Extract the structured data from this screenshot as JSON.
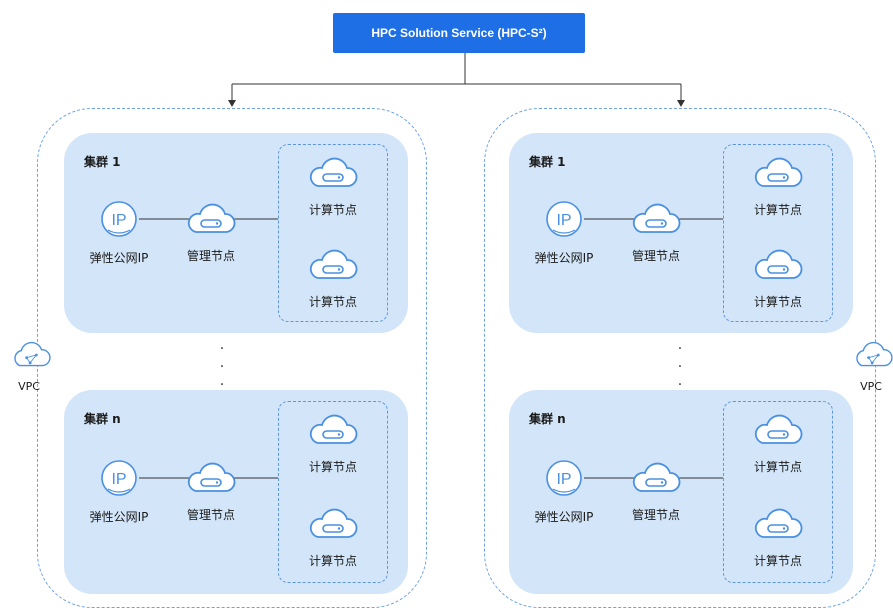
{
  "service": {
    "label": "HPC Solution Service (HPC-S²)"
  },
  "vpcs": [
    {
      "label": "VPC",
      "clusters": [
        {
          "title": "集群 1",
          "eip": "弹性公网IP",
          "mgmt": "管理节点",
          "compute": [
            "计算节点",
            "计算节点"
          ]
        },
        {
          "title": "集群 n",
          "eip": "弹性公网IP",
          "mgmt": "管理节点",
          "compute": [
            "计算节点",
            "计算节点"
          ]
        }
      ]
    },
    {
      "label": "VPC",
      "clusters": [
        {
          "title": "集群 1",
          "eip": "弹性公网IP",
          "mgmt": "管理节点",
          "compute": [
            "计算节点",
            "计算节点"
          ]
        },
        {
          "title": "集群 n",
          "eip": "弹性公网IP",
          "mgmt": "管理节点",
          "compute": [
            "计算节点",
            "计算节点"
          ]
        }
      ]
    }
  ],
  "ellipsis": "·",
  "colors": {
    "accent": "#1e6fe6",
    "icon": "#4a90e2",
    "cluster_bg": "#d3e5f8",
    "frame": "#6da3e6"
  },
  "icons": {
    "eip": "ip-icon",
    "node": "cloud-server-icon",
    "vpc": "cloud-vpc-icon"
  }
}
